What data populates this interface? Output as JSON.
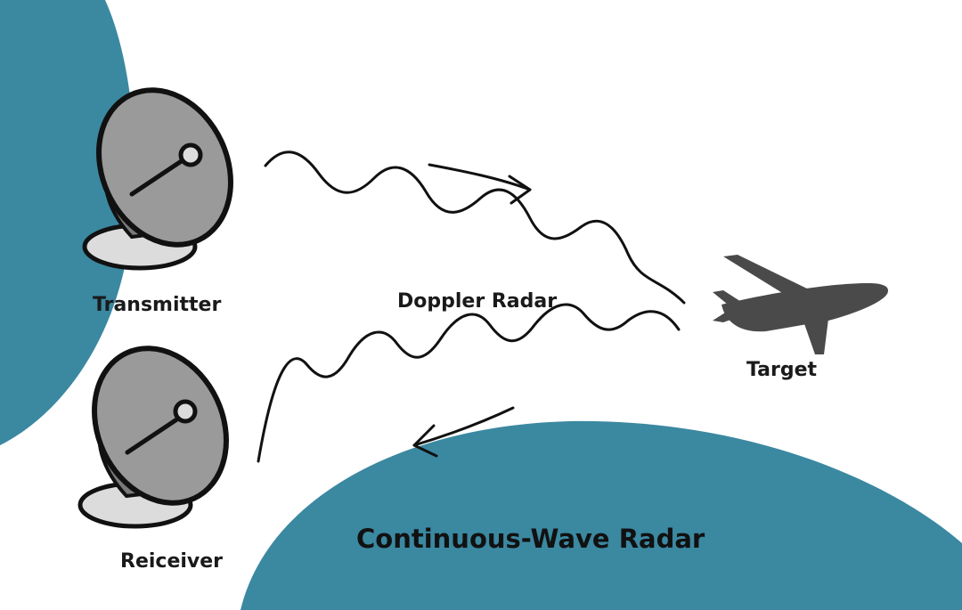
{
  "labels": {
    "transmitter": "Transmitter",
    "doppler": "Doppler Radar",
    "target": "Target",
    "receiver": "Reiceiver",
    "title": "Continuous-Wave Radar"
  },
  "icons": {
    "transmitter": "satellite-dish-icon",
    "receiver": "satellite-dish-icon",
    "target": "airplane-icon",
    "outgoing_arrow": "arrow-right-icon",
    "return_arrow": "arrow-left-icon"
  },
  "colors": {
    "accent": "#3B88A1",
    "dish_fill": "#9A9A9A",
    "dish_base": "#DCDCDC",
    "plane": "#4A4A4A",
    "ink": "#111111"
  }
}
